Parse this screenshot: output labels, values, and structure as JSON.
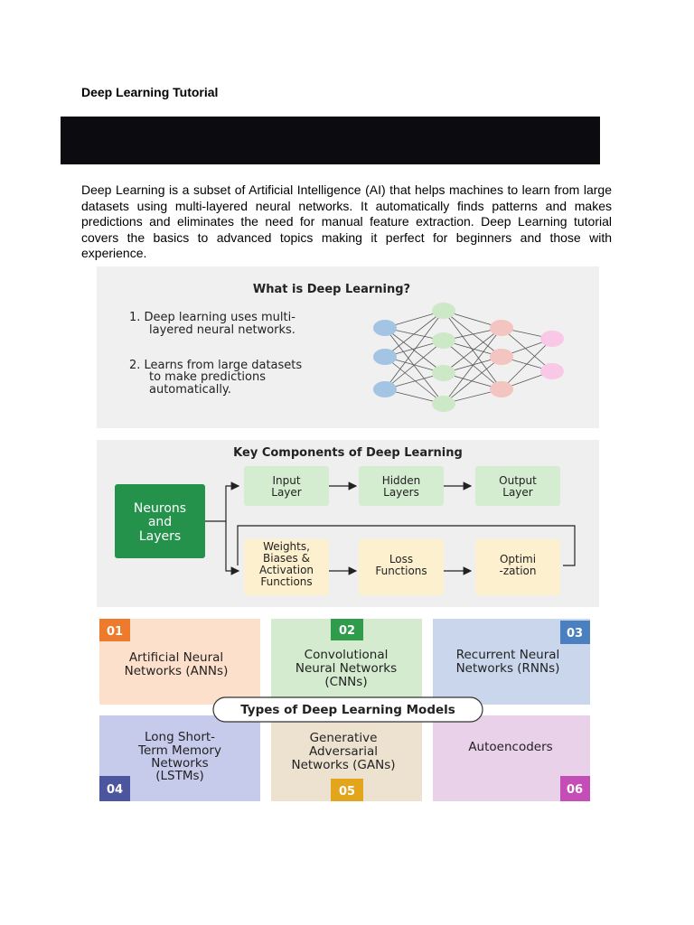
{
  "doc": {
    "title": "Deep Learning Tutorial",
    "intro": "Deep Learning is a subset of Artificial Intelligence (AI) that helps machines to learn from large datasets using multi-layered neural networks. It automatically finds patterns and makes predictions and eliminates the need for manual feature extraction. Deep Learning tutorial covers the basics to advanced topics making it perfect for beginners and those with experience."
  },
  "what_is": {
    "heading": "What is Deep Learning?",
    "point1_line1": "1. Deep learning uses multi-",
    "point1_line2": "layered neural networks.",
    "point2_line1": "2. Learns from large datasets",
    "point2_line2": "to make predictions",
    "point2_line3": "automatically."
  },
  "components": {
    "heading": "Key Components of Deep Learning",
    "neurons_line1": "Neurons",
    "neurons_line2": "and",
    "neurons_line3": "Layers",
    "input_line1": "Input",
    "input_line2": "Layer",
    "hidden_line1": "Hidden",
    "hidden_line2": "Layers",
    "output_line1": "Output",
    "output_line2": "Layer",
    "weights_line1": "Weights,",
    "weights_line2": "Biases &",
    "weights_line3": "Activation",
    "weights_line4": "Functions",
    "loss_line1": "Loss",
    "loss_line2": "Functions",
    "optim_line1": "Optimi",
    "optim_line2": "-zation"
  },
  "types": {
    "heading": "Types of Deep Learning Models",
    "num1": "01",
    "num2": "02",
    "num3": "03",
    "num4": "04",
    "num5": "05",
    "num6": "06",
    "ann_line1": "Artificial Neural",
    "ann_line2": "Networks (ANNs)",
    "cnn_line1": "Convolutional",
    "cnn_line2": "Neural Networks",
    "cnn_line3": "(CNNs)",
    "rnn_line1": "Recurrent Neural",
    "rnn_line2": "Networks (RNNs)",
    "lstm_line1": "Long Short-",
    "lstm_line2": "Term Memory",
    "lstm_line3": "Networks",
    "lstm_line4": "(LSTMs)",
    "gan_line1": "Generative",
    "gan_line2": "Adversarial",
    "gan_line3": "Networks (GANs)",
    "autoenc": "Autoencoders"
  },
  "colors": {
    "banner": "#0c0b10",
    "input_neurons": "#a3c4e3",
    "hidden1_neurons": "#cde8c6",
    "hidden2_neurons": "#f2c5c0",
    "output_neurons": "#f8c8e6",
    "neurons_box": "#24924b",
    "green_boxes": "#d4ecd0",
    "yellow_boxes": "#fdf0cf"
  }
}
